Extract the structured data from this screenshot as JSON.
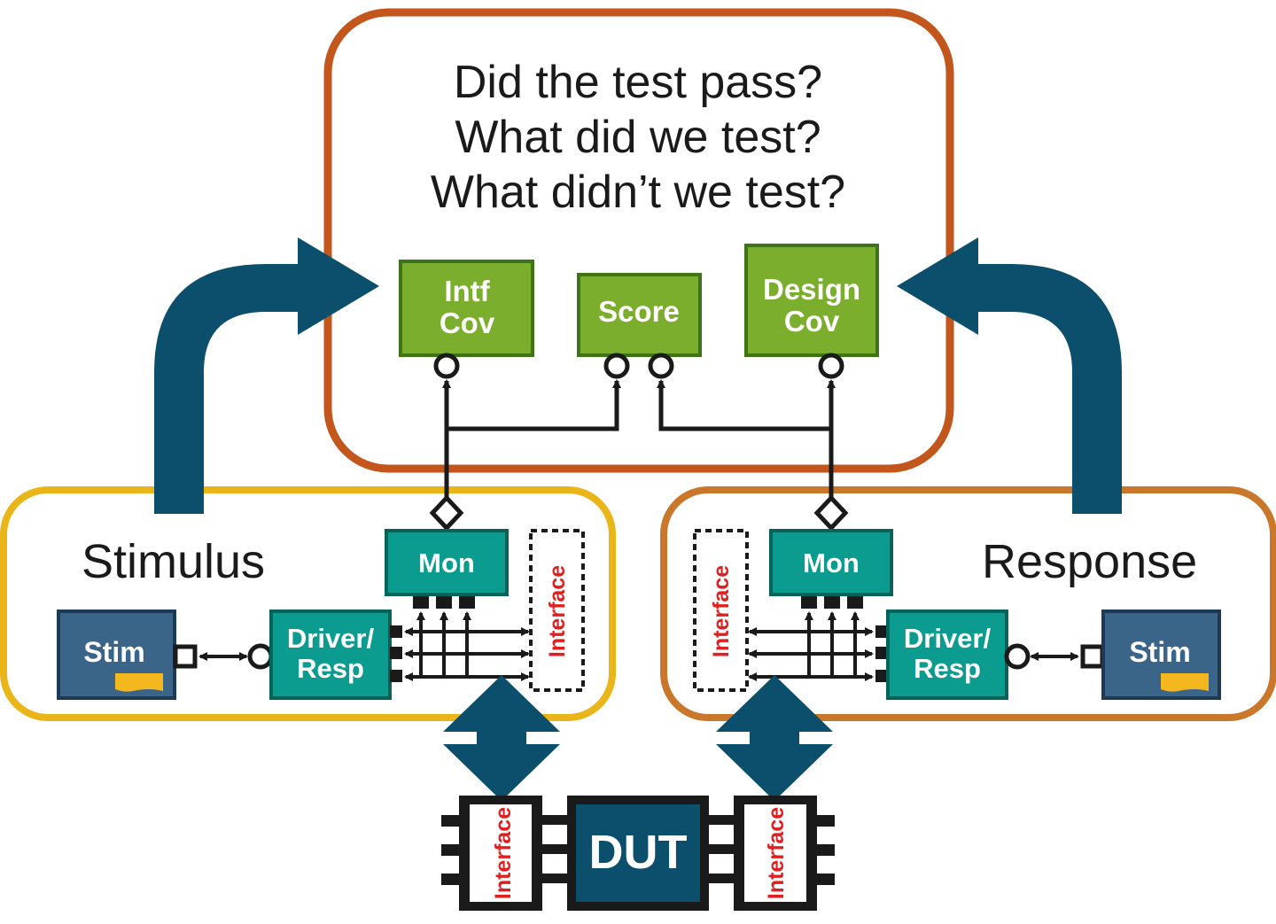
{
  "questions": [
    "Did the test pass?",
    "What did we test?",
    "What didn’t we test?"
  ],
  "blocks": {
    "intf_cov": [
      "Intf",
      "Cov"
    ],
    "score": "Score",
    "design_cov": [
      "Design",
      "Cov"
    ],
    "mon": "Mon",
    "driver_resp": [
      "Driver/",
      "Resp"
    ],
    "stim": "Stim",
    "interface": "Interface",
    "dut": "DUT"
  },
  "sections": {
    "stimulus": "Stimulus",
    "response": "Response"
  },
  "colors": {
    "analysis_border": "#c2561c",
    "stimulus_border": "#eab519",
    "response_border": "#c9772b",
    "arrow": "#0b4f6c",
    "green_block": "#7cae2e",
    "teal_block": "#0c9b8f",
    "stim_block": "#3a6588",
    "stim_note": "#f4b81e",
    "interface_text": "#e02020"
  }
}
